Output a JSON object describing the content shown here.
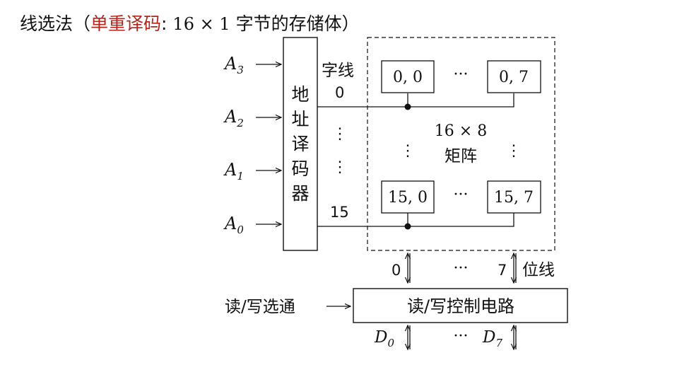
{
  "title": {
    "prefix": "线选法（",
    "highlight": "单重译码",
    "sep": ":",
    "math": "16 × 1",
    "suffix": "字节的存储体）",
    "highlight_color": "#b3261e"
  },
  "inputs": [
    {
      "letter": "A",
      "sub": "3"
    },
    {
      "letter": "A",
      "sub": "2"
    },
    {
      "letter": "A",
      "sub": "1"
    },
    {
      "letter": "A",
      "sub": "0"
    }
  ],
  "decoder": {
    "chars": [
      "地",
      "址",
      "译",
      "码",
      "器"
    ]
  },
  "word_line": {
    "label": "字线",
    "first": "0",
    "last": "15"
  },
  "matrix": {
    "cell_00": "0, 0",
    "cell_07": "0, 7",
    "cell_150": "15, 0",
    "cell_157": "15, 7",
    "size": "16 × 8",
    "label": "矩阵"
  },
  "bit_line": {
    "first": "0",
    "last": "7",
    "label": "位线"
  },
  "rw_select": "读/写选通",
  "rw_control": "读/写控制电路",
  "data_lines": [
    {
      "letter": "D",
      "sub": "0"
    },
    {
      "letter": "D",
      "sub": "7"
    }
  ],
  "ellipsis_h": "···",
  "ellipsis_v": "⋮"
}
